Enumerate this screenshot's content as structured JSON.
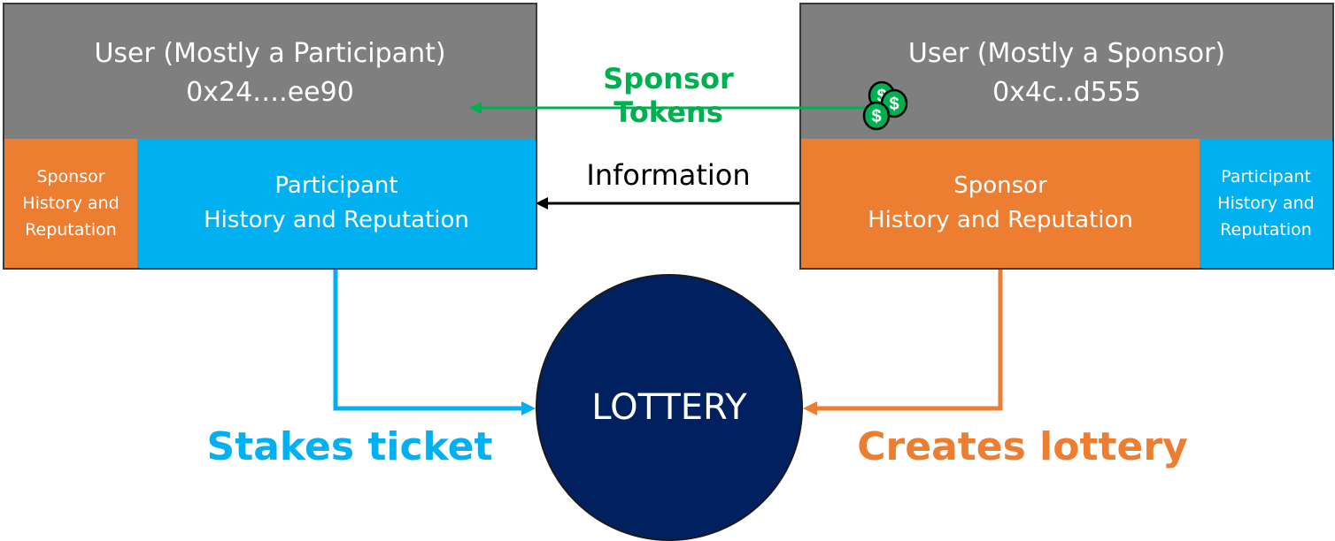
{
  "participant_box": {
    "title": "User (Mostly a Participant)",
    "address": "0x24….ee90",
    "side_cell_line1": "Sponsor",
    "side_cell_line2": "History and",
    "side_cell_line3": "Reputation",
    "main_cell_line1": "Participant",
    "main_cell_line2": "History and Reputation"
  },
  "sponsor_box": {
    "title": "User (Mostly a Sponsor)",
    "address": "0x4c..d555",
    "main_cell_line1": "Sponsor",
    "main_cell_line2": "History and Reputation",
    "side_cell_line1": "Participant",
    "side_cell_line2": "History and",
    "side_cell_line3": "Reputation"
  },
  "arrows": {
    "tokens_line1": "Sponsor",
    "tokens_line2": "Tokens",
    "information": "Information",
    "stakes": "Stakes ticket",
    "creates": "Creates lottery"
  },
  "lottery": "LOTTERY",
  "colors": {
    "gray": "#7f7f7f",
    "orange": "#ed7d31",
    "blue": "#00b0f0",
    "green": "#00b050",
    "navy": "#002060"
  },
  "icons": [
    "coins-icon"
  ]
}
